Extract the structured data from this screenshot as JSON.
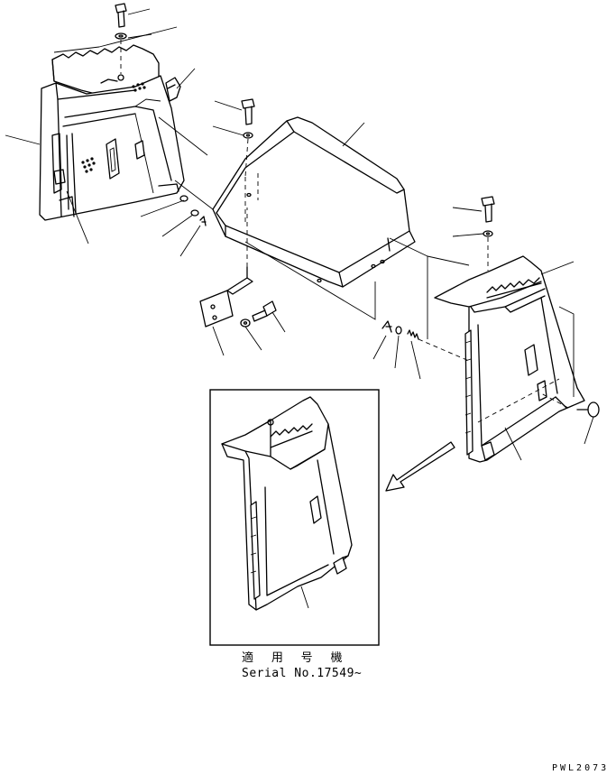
{
  "inset_caption": {
    "applicability_jp": "適 用 号 機",
    "serial": "Serial No.17549~"
  },
  "drawing_code": "PWL2073"
}
